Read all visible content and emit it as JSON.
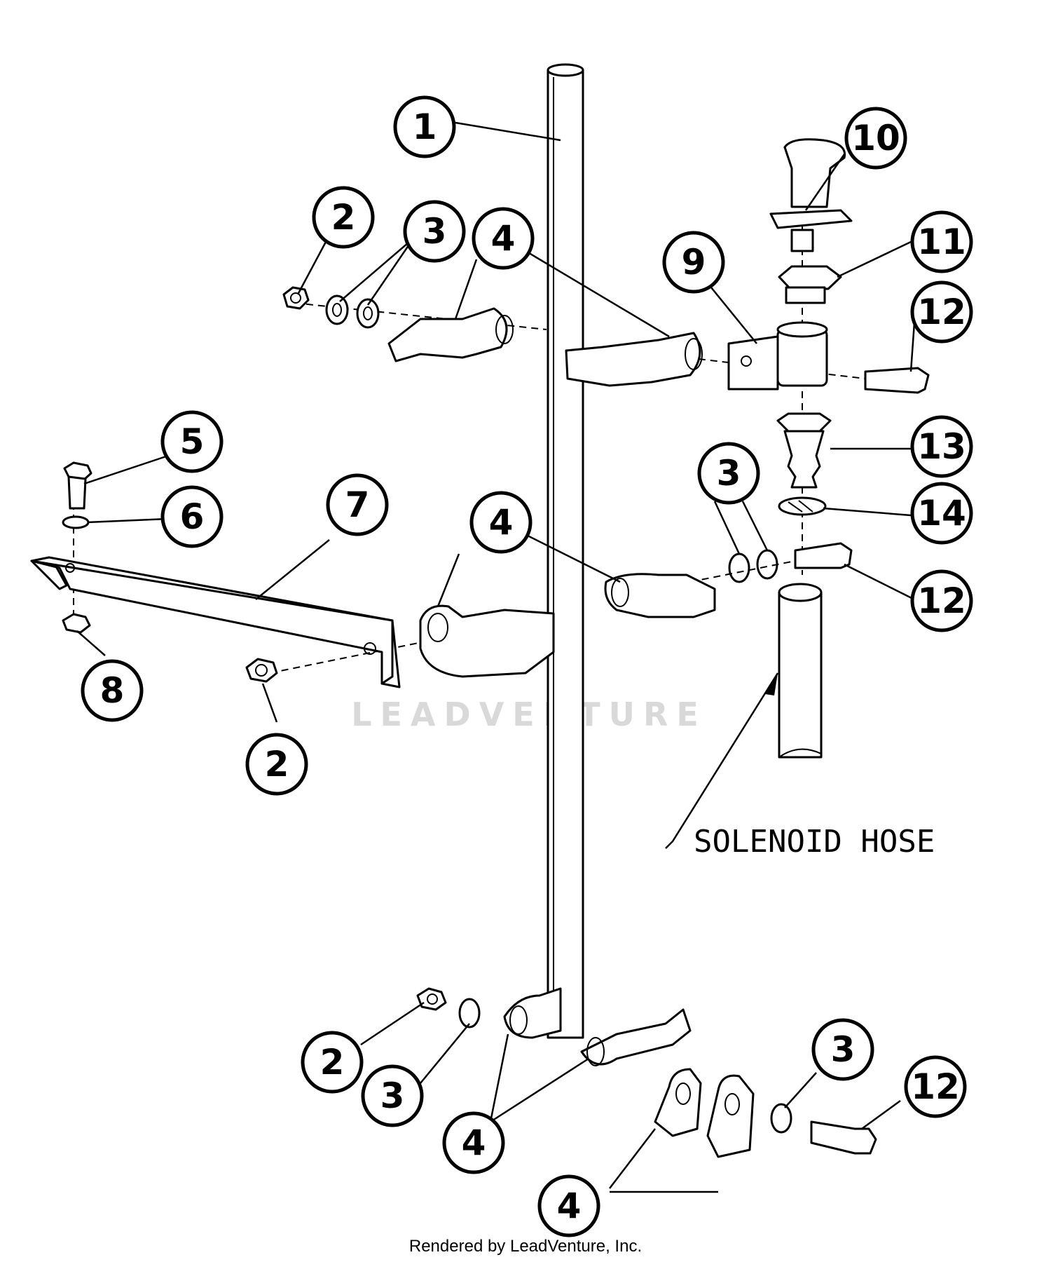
{
  "diagram": {
    "callouts": [
      "1",
      "2",
      "3",
      "4",
      "5",
      "6",
      "7",
      "8",
      "9",
      "10",
      "11",
      "12",
      "13",
      "14"
    ],
    "annotation": "SOLENOID HOSE",
    "watermark": "LEADVENTURE",
    "footer_credit": "Rendered by LeadVenture, Inc."
  }
}
